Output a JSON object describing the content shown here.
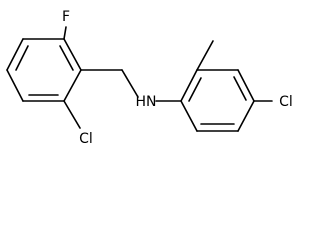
{
  "molecule": {
    "atoms": {
      "f": "F",
      "cl_left": "Cl",
      "nh": "HN",
      "cl_right": "Cl"
    }
  },
  "colors": {
    "bond": "#000000",
    "text": "#000000",
    "background": "#ffffff"
  }
}
